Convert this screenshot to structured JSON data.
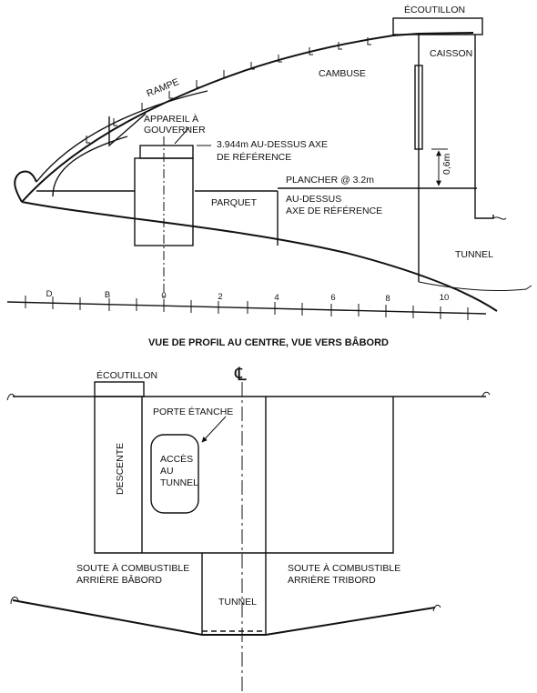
{
  "profile": {
    "hatch": "ÉCOUTILLON",
    "caisson": "CAISSON",
    "rampe": "RAMPE",
    "cambuse": "CAMBUSE",
    "appareil": [
      "APPAREIL À",
      "GOUVERNER"
    ],
    "height_note": [
      "3.944m  AU-DESSUS AXE",
      "DE RÉFÉRENCE"
    ],
    "dimension": "0,6m",
    "plancher": "PLANCHER @ 3.2m",
    "plancher_note": [
      "AU-DESSUS",
      "AXE DE RÉFÉRENCE"
    ],
    "parquet": "PARQUET",
    "tunnel": "TUNNEL",
    "scale_ticks": [
      "D",
      "B",
      "0",
      "2",
      "4",
      "6",
      "8",
      "10"
    ]
  },
  "view_title": "VUE DE PROFIL AU CENTRE, VUE VERS BÂBORD",
  "section": {
    "hatch": "ÉCOUTILLON",
    "centerline": "℄",
    "door": "PORTE ÉTANCHE",
    "access": [
      "ACCÈS",
      "AU",
      "TUNNEL"
    ],
    "descent": "DESCENTE",
    "port_bunker": [
      "SOUTE À COMBUSTIBLE",
      "ARRIÈRE BÂBORD"
    ],
    "starboard_bunker": [
      "SOUTE À COMBUSTIBLE",
      "ARRIÈRE TRIBORD"
    ],
    "tunnel": "TUNNEL"
  }
}
